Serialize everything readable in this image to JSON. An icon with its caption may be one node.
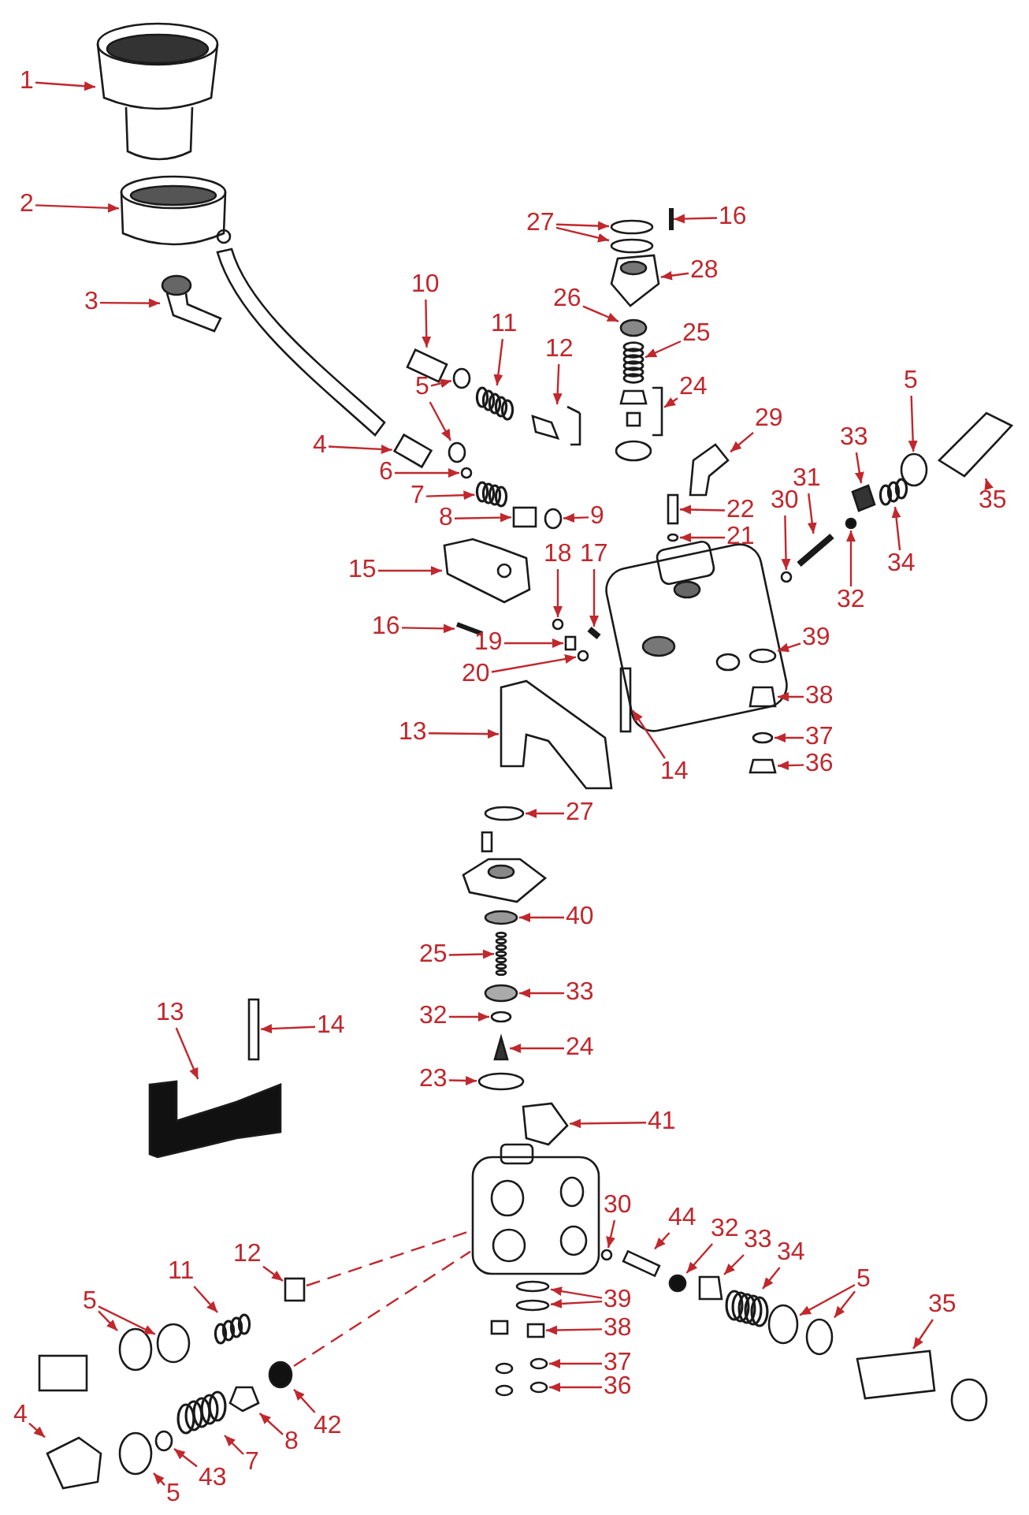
{
  "diagram": {
    "nodes": [
      {
        "text": [
          "1"
        ]
      },
      {
        "text": [
          "2"
        ]
      },
      {
        "text": [
          "3"
        ]
      },
      {
        "text": [
          "10"
        ]
      },
      {
        "text": [
          "11"
        ]
      },
      {
        "text": [
          "12"
        ]
      },
      {
        "text": [
          "5"
        ]
      },
      {
        "text": [
          "4"
        ]
      },
      {
        "text": [
          "6"
        ]
      },
      {
        "text": [
          "7"
        ]
      },
      {
        "text": [
          "8"
        ]
      },
      {
        "text": [
          "9"
        ]
      },
      {
        "text": [
          "15"
        ]
      },
      {
        "text": [
          "16"
        ]
      },
      {
        "text": [
          "27"
        ]
      },
      {
        "text": [
          "16"
        ]
      },
      {
        "text": [
          "28"
        ]
      },
      {
        "text": [
          "26"
        ]
      },
      {
        "text": [
          "25"
        ]
      },
      {
        "text": [
          "24"
        ]
      },
      {
        "text": [
          "29"
        ]
      },
      {
        "text": [
          "5"
        ]
      },
      {
        "text": [
          "35"
        ]
      },
      {
        "text": [
          "33"
        ]
      },
      {
        "text": [
          "31"
        ]
      },
      {
        "text": [
          "30"
        ]
      },
      {
        "text": [
          "22"
        ]
      },
      {
        "text": [
          "21"
        ]
      },
      {
        "text": [
          "34"
        ]
      },
      {
        "text": [
          "32"
        ]
      },
      {
        "text": [
          "18"
        ]
      },
      {
        "text": [
          "17"
        ]
      },
      {
        "text": [
          "19"
        ]
      },
      {
        "text": [
          "20"
        ]
      },
      {
        "text": [
          "39"
        ]
      },
      {
        "text": [
          "38"
        ]
      },
      {
        "text": [
          "13"
        ]
      },
      {
        "text": [
          "14"
        ]
      },
      {
        "text": [
          "37"
        ]
      },
      {
        "text": [
          "36"
        ]
      },
      {
        "text": [
          "27"
        ]
      },
      {
        "text": [
          "40"
        ]
      },
      {
        "text": [
          "25"
        ]
      },
      {
        "text": [
          "33"
        ]
      },
      {
        "text": [
          "32"
        ]
      },
      {
        "text": [
          "13"
        ]
      },
      {
        "text": [
          "14"
        ]
      },
      {
        "text": [
          "24"
        ]
      },
      {
        "text": [
          "23"
        ]
      },
      {
        "text": [
          "41"
        ]
      },
      {
        "text": [
          "30"
        ]
      },
      {
        "text": [
          "44"
        ]
      },
      {
        "text": [
          "32"
        ]
      },
      {
        "text": [
          "33"
        ]
      },
      {
        "text": [
          "34"
        ]
      },
      {
        "text": [
          "5"
        ]
      },
      {
        "text": [
          "35"
        ]
      },
      {
        "text": [
          "12"
        ]
      },
      {
        "text": [
          "39"
        ]
      },
      {
        "text": [
          "11"
        ]
      },
      {
        "text": [
          "5"
        ]
      },
      {
        "text": [
          "38"
        ]
      },
      {
        "text": [
          "37"
        ]
      },
      {
        "text": [
          "36"
        ]
      },
      {
        "text": [
          "42"
        ]
      },
      {
        "text": [
          "4"
        ]
      },
      {
        "text": [
          "8"
        ]
      },
      {
        "text": [
          "7"
        ]
      },
      {
        "text": [
          "43"
        ]
      },
      {
        "text": [
          "5"
        ]
      },
      {
        "text": [],
        "shape": "picture"
      },
      {
        "text": [],
        "shape": "picture"
      },
      {
        "text": [],
        "shape": "picture"
      },
      {
        "text": [],
        "shape": "box"
      },
      {
        "text": [],
        "shape": "picture"
      },
      {
        "text": [],
        "shape": "picture"
      },
      {
        "text": [],
        "shape": "circle"
      },
      {
        "text": [],
        "shape": "circle"
      },
      {
        "text": [],
        "shape": "box"
      },
      {
        "text": [],
        "shape": "circle"
      },
      {
        "text": [],
        "shape": "picture"
      },
      {
        "text": [],
        "shape": "box"
      },
      {
        "text": [],
        "shape": "circle"
      },
      {
        "text": [],
        "shape": "picture"
      },
      {
        "text": [],
        "shape": "picture"
      },
      {
        "text": [],
        "shape": "circle"
      },
      {
        "text": [],
        "shape": "circle"
      },
      {
        "text": [],
        "shape": "picture"
      },
      {
        "text": [],
        "shape": "picture"
      },
      {
        "text": [],
        "shape": "circle"
      },
      {
        "text": [],
        "shape": "picture"
      },
      {
        "text": [],
        "shape": "picture"
      },
      {
        "text": [],
        "shape": "picture"
      },
      {
        "text": [],
        "shape": "circle"
      },
      {
        "text": [],
        "shape": "picture"
      },
      {
        "text": [],
        "shape": "picture"
      },
      {
        "text": [],
        "shape": "picture"
      },
      {
        "text": [],
        "shape": "circle"
      },
      {
        "text": [],
        "shape": "box"
      },
      {
        "text": [],
        "shape": "circle"
      },
      {
        "text": [],
        "shape": "picture"
      },
      {
        "text": [],
        "shape": "circle"
      },
      {
        "text": [],
        "shape": "circle"
      },
      {
        "text": [],
        "shape": "picture"
      },
      {
        "text": [],
        "shape": "box"
      },
      {
        "text": [],
        "shape": "circle"
      },
      {
        "text": [],
        "shape": "circle"
      },
      {
        "text": [],
        "shape": "picture"
      },
      {
        "text": [],
        "shape": "picture"
      },
      {
        "text": [],
        "shape": "box"
      },
      {
        "text": [],
        "shape": "circle"
      },
      {
        "text": [],
        "shape": "picture"
      },
      {
        "text": [],
        "shape": "circle"
      },
      {
        "text": [],
        "shape": "circle"
      },
      {
        "text": [],
        "shape": "picture"
      },
      {
        "text": [],
        "shape": "circle"
      },
      {
        "text": [],
        "shape": "circle"
      },
      {
        "text": [],
        "shape": "picture"
      },
      {
        "text": [],
        "shape": "box"
      },
      {
        "text": [],
        "shape": "picture"
      },
      {
        "text": [],
        "shape": "circle"
      },
      {
        "text": [],
        "shape": "picture"
      },
      {
        "text": [],
        "shape": "circle"
      },
      {
        "text": [],
        "shape": "box"
      },
      {
        "text": [],
        "shape": "circle"
      },
      {
        "text": [],
        "shape": "picture"
      },
      {
        "text": [],
        "shape": "picture"
      },
      {
        "text": [],
        "shape": "circle"
      },
      {
        "text": [],
        "shape": "circle"
      },
      {
        "text": [],
        "shape": "picture"
      },
      {
        "text": [],
        "shape": "box"
      },
      {
        "text": [],
        "shape": "circle"
      },
      {
        "text": [],
        "shape": "circle"
      },
      {
        "text": [],
        "shape": "picture"
      },
      {
        "text": [],
        "shape": "circle"
      },
      {
        "text": [],
        "shape": "circle"
      },
      {
        "text": [],
        "shape": "box"
      },
      {
        "text": [],
        "shape": "circle"
      },
      {
        "text": [],
        "shape": "circle"
      },
      {
        "text": [],
        "shape": "circle"
      },
      {
        "text": [],
        "shape": "picture"
      },
      {
        "text": [],
        "shape": "picture"
      },
      {
        "text": [],
        "shape": "picture"
      },
      {
        "text": [],
        "shape": "circle"
      },
      {
        "text": [],
        "shape": "circle"
      },
      {
        "text": [],
        "shape": "picture"
      }
    ],
    "edges": [
      {
        "from": 0,
        "to": 70,
        "arrow": "to"
      },
      {
        "from": 1,
        "to": 71,
        "arrow": "to"
      },
      {
        "from": 2,
        "to": 72,
        "arrow": "to"
      },
      {
        "from": 3,
        "to": 73,
        "arrow": "to"
      },
      {
        "from": 4,
        "to": 74,
        "arrow": "to"
      },
      {
        "from": 5,
        "to": 75,
        "arrow": "to"
      },
      {
        "from": 6,
        "to": 76,
        "arrow": "to"
      },
      {
        "from": 6,
        "to": 77,
        "arrow": "to"
      },
      {
        "from": 7,
        "to": 78,
        "arrow": "to"
      },
      {
        "from": 8,
        "to": 79,
        "arrow": "to"
      },
      {
        "from": 9,
        "to": 80,
        "arrow": "to"
      },
      {
        "from": 10,
        "to": 81,
        "arrow": "to"
      },
      {
        "from": 11,
        "to": 82,
        "arrow": "to"
      },
      {
        "from": 12,
        "to": 83,
        "arrow": "to"
      },
      {
        "from": 13,
        "to": 84,
        "arrow": "to"
      },
      {
        "from": 14,
        "to": 85,
        "arrow": "to"
      },
      {
        "from": 14,
        "to": 86,
        "arrow": "to"
      },
      {
        "from": 15,
        "to": 87,
        "arrow": "to"
      },
      {
        "from": 16,
        "to": 88,
        "arrow": "to"
      },
      {
        "from": 17,
        "to": 89,
        "arrow": "to"
      },
      {
        "from": 18,
        "to": 90,
        "arrow": "to"
      },
      {
        "from": 19,
        "to": 91,
        "arrow": "to"
      },
      {
        "from": 20,
        "to": 92,
        "arrow": "to"
      },
      {
        "from": 21,
        "to": 93,
        "arrow": "to"
      },
      {
        "from": 22,
        "to": 94,
        "arrow": "to"
      },
      {
        "from": 23,
        "to": 95,
        "arrow": "to"
      },
      {
        "from": 24,
        "to": 96,
        "arrow": "to"
      },
      {
        "from": 25,
        "to": 97,
        "arrow": "to"
      },
      {
        "from": 26,
        "to": 98,
        "arrow": "to"
      },
      {
        "from": 27,
        "to": 99,
        "arrow": "to"
      },
      {
        "from": 28,
        "to": 100,
        "arrow": "to"
      },
      {
        "from": 29,
        "to": 101,
        "arrow": "to"
      },
      {
        "from": 30,
        "to": 102,
        "arrow": "to"
      },
      {
        "from": 31,
        "to": 103,
        "arrow": "to"
      },
      {
        "from": 32,
        "to": 104,
        "arrow": "to"
      },
      {
        "from": 33,
        "to": 105,
        "arrow": "to"
      },
      {
        "from": 34,
        "to": 106,
        "arrow": "to"
      },
      {
        "from": 35,
        "to": 107,
        "arrow": "to"
      },
      {
        "from": 36,
        "to": 108,
        "arrow": "to"
      },
      {
        "from": 37,
        "to": 109,
        "arrow": "to"
      },
      {
        "from": 38,
        "to": 110,
        "arrow": "to"
      },
      {
        "from": 39,
        "to": 111,
        "arrow": "to"
      },
      {
        "from": 40,
        "to": 112,
        "arrow": "to"
      },
      {
        "from": 41,
        "to": 113,
        "arrow": "to"
      },
      {
        "from": 42,
        "to": 114,
        "arrow": "to"
      },
      {
        "from": 43,
        "to": 115,
        "arrow": "to"
      },
      {
        "from": 44,
        "to": 116,
        "arrow": "to"
      },
      {
        "from": 45,
        "to": 117,
        "arrow": "to"
      },
      {
        "from": 46,
        "to": 118,
        "arrow": "to"
      },
      {
        "from": 47,
        "to": 119,
        "arrow": "to"
      },
      {
        "from": 48,
        "to": 120,
        "arrow": "to"
      },
      {
        "from": 49,
        "to": 121,
        "arrow": "to"
      },
      {
        "from": 50,
        "to": 122,
        "arrow": "to"
      },
      {
        "from": 51,
        "to": 123,
        "arrow": "to"
      },
      {
        "from": 52,
        "to": 124,
        "arrow": "to"
      },
      {
        "from": 53,
        "to": 125,
        "arrow": "to"
      },
      {
        "from": 54,
        "to": 126,
        "arrow": "to"
      },
      {
        "from": 55,
        "to": 127,
        "arrow": "to"
      },
      {
        "from": 55,
        "to": 128,
        "arrow": "to"
      },
      {
        "from": 56,
        "to": 129,
        "arrow": "to"
      },
      {
        "from": 57,
        "to": 130,
        "arrow": "to"
      },
      {
        "from": 58,
        "to": 131,
        "arrow": "to"
      },
      {
        "from": 58,
        "to": 132,
        "arrow": "to"
      },
      {
        "from": 59,
        "to": 133,
        "arrow": "to"
      },
      {
        "from": 60,
        "to": 134,
        "arrow": "to"
      },
      {
        "from": 60,
        "to": 135,
        "arrow": "to"
      },
      {
        "from": 61,
        "to": 136,
        "arrow": "to"
      },
      {
        "from": 62,
        "to": 137,
        "arrow": "to"
      },
      {
        "from": 63,
        "to": 138,
        "arrow": "to"
      },
      {
        "from": 64,
        "to": 139,
        "arrow": "to"
      },
      {
        "from": 65,
        "to": 140,
        "arrow": "to"
      },
      {
        "from": 66,
        "to": 141,
        "arrow": "to"
      },
      {
        "from": 67,
        "to": 142,
        "arrow": "to"
      },
      {
        "from": 68,
        "to": 143,
        "arrow": "to"
      },
      {
        "from": 69,
        "to": 144,
        "arrow": "to"
      },
      {
        "from": 130,
        "to": 145,
        "arrow": "none",
        "style": "dashed"
      },
      {
        "from": 139,
        "to": 145,
        "arrow": "none",
        "style": "dashed"
      }
    ]
  }
}
